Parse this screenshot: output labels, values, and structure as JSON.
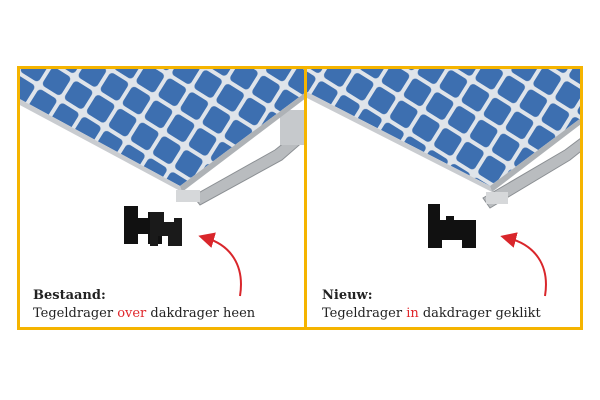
{
  "panels": [
    {
      "title": "Bestaand:",
      "text_before": "Tegeldrager ",
      "highlight": "over",
      "text_after": " dakdrager heen"
    },
    {
      "title": "Nieuw:",
      "text_before": "Tegeldrager ",
      "highlight": "in",
      "text_after": " dakdrager geklikt"
    }
  ],
  "colors": {
    "border": "#f5b400",
    "highlight": "#e0262b",
    "solar_cell": "#3d6fb0",
    "arrow": "#d9262b"
  }
}
